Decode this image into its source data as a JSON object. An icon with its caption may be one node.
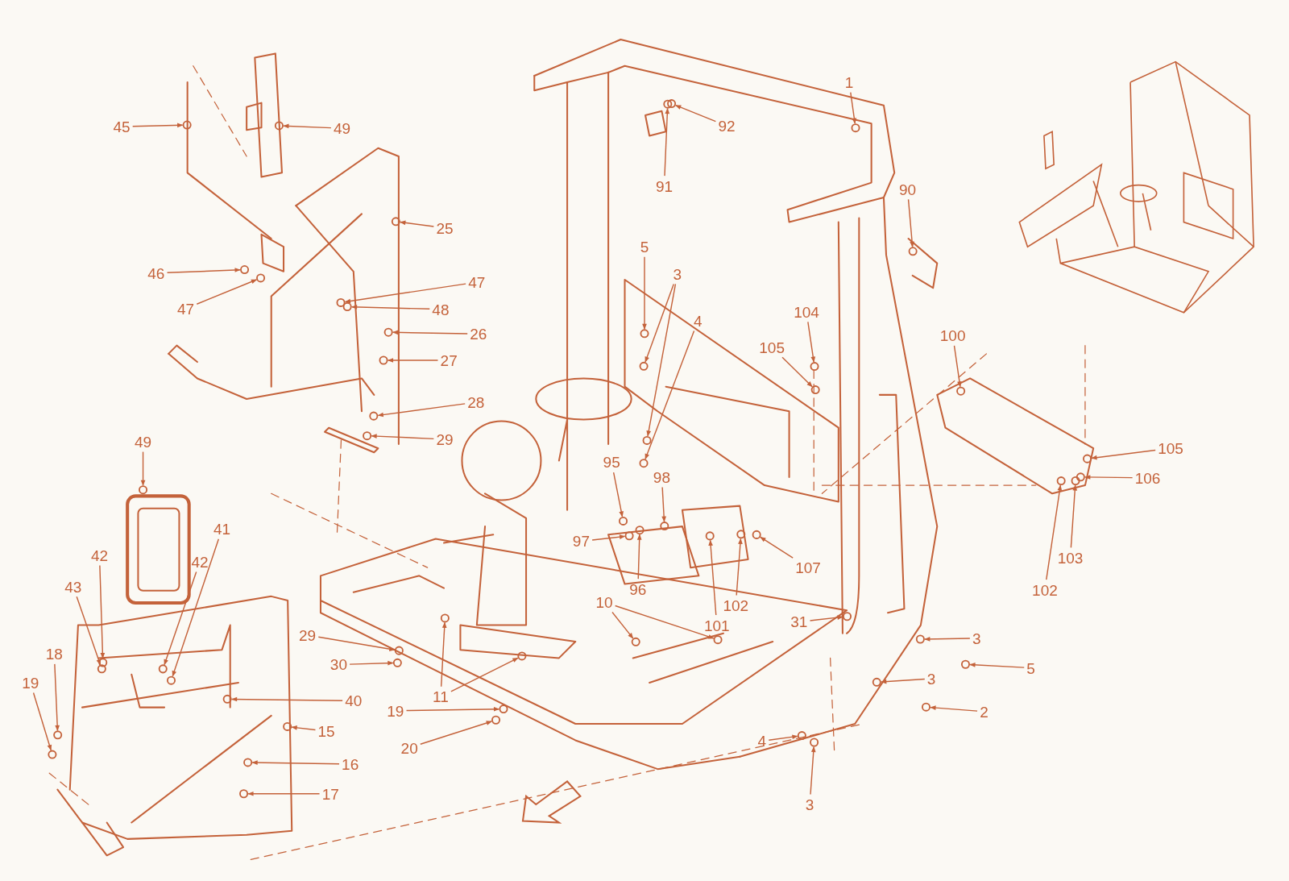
{
  "diagram": {
    "nodes": [
      {
        "text": [
          "1"
        ]
      },
      {
        "text": [
          "92"
        ]
      },
      {
        "text": [
          "91"
        ]
      },
      {
        "text": [
          "90"
        ]
      },
      {
        "text": [
          "45"
        ]
      },
      {
        "text": [
          "49"
        ]
      },
      {
        "text": [
          "25"
        ]
      },
      {
        "text": [
          "5"
        ]
      },
      {
        "text": [
          "3"
        ]
      },
      {
        "text": [
          "46"
        ]
      },
      {
        "text": [
          "47"
        ]
      },
      {
        "text": [
          "47"
        ]
      },
      {
        "text": [
          "48"
        ]
      },
      {
        "text": [
          "4"
        ]
      },
      {
        "text": [
          "104"
        ]
      },
      {
        "text": [
          "26"
        ]
      },
      {
        "text": [
          "100"
        ]
      },
      {
        "text": [
          "105"
        ]
      },
      {
        "text": [
          "27"
        ]
      },
      {
        "text": [
          "28"
        ]
      },
      {
        "text": [
          "29"
        ]
      },
      {
        "text": [
          "49"
        ]
      },
      {
        "text": [
          "105"
        ]
      },
      {
        "text": [
          "95"
        ]
      },
      {
        "text": [
          "98"
        ]
      },
      {
        "text": [
          "106"
        ]
      },
      {
        "text": [
          "41"
        ]
      },
      {
        "text": [
          "97"
        ]
      },
      {
        "text": [
          "42"
        ]
      },
      {
        "text": [
          "103"
        ]
      },
      {
        "text": [
          "42"
        ]
      },
      {
        "text": [
          "107"
        ]
      },
      {
        "text": [
          "96"
        ]
      },
      {
        "text": [
          "43"
        ]
      },
      {
        "text": [
          "102"
        ]
      },
      {
        "text": [
          "102"
        ]
      },
      {
        "text": [
          "10"
        ]
      },
      {
        "text": [
          "101"
        ]
      },
      {
        "text": [
          "31"
        ]
      },
      {
        "text": [
          "29"
        ]
      },
      {
        "text": [
          "3"
        ]
      },
      {
        "text": [
          "18"
        ]
      },
      {
        "text": [
          "30"
        ]
      },
      {
        "text": [
          "5"
        ]
      },
      {
        "text": [
          "3"
        ]
      },
      {
        "text": [
          "19"
        ]
      },
      {
        "text": [
          "11"
        ]
      },
      {
        "text": [
          "40"
        ]
      },
      {
        "text": [
          "19"
        ]
      },
      {
        "text": [
          "2"
        ]
      },
      {
        "text": [
          "15"
        ]
      },
      {
        "text": [
          "4"
        ]
      },
      {
        "text": [
          "20"
        ]
      },
      {
        "text": [
          "16"
        ]
      },
      {
        "text": [
          "17"
        ]
      },
      {
        "text": [
          "3"
        ]
      },
      {
        "text": [],
        "shape": "circle"
      },
      {
        "text": [],
        "shape": "circle"
      },
      {
        "text": [],
        "shape": "circle"
      },
      {
        "text": [],
        "shape": "circle"
      },
      {
        "text": [],
        "shape": "circle"
      },
      {
        "text": [],
        "shape": "circle"
      },
      {
        "text": [],
        "shape": "circle"
      },
      {
        "text": [],
        "shape": "circle"
      },
      {
        "text": [],
        "shape": "circle"
      },
      {
        "text": [],
        "shape": "circle"
      },
      {
        "text": [],
        "shape": "circle"
      },
      {
        "text": [],
        "shape": "circle"
      },
      {
        "text": [],
        "shape": "circle"
      },
      {
        "text": [],
        "shape": "circle"
      },
      {
        "text": [],
        "shape": "circle"
      },
      {
        "text": [],
        "shape": "circle"
      },
      {
        "text": [],
        "shape": "circle"
      },
      {
        "text": [],
        "shape": "circle"
      },
      {
        "text": [],
        "shape": "circle"
      },
      {
        "text": [],
        "shape": "circle"
      },
      {
        "text": [],
        "shape": "circle"
      },
      {
        "text": [],
        "shape": "circle"
      },
      {
        "text": [],
        "shape": "circle"
      },
      {
        "text": [],
        "shape": "circle"
      },
      {
        "text": [],
        "shape": "circle"
      },
      {
        "text": [],
        "shape": "circle"
      },
      {
        "text": [],
        "shape": "circle"
      },
      {
        "text": [],
        "shape": "circle"
      },
      {
        "text": [],
        "shape": "circle"
      },
      {
        "text": [],
        "shape": "circle"
      },
      {
        "text": [],
        "shape": "circle"
      },
      {
        "text": [],
        "shape": "circle"
      },
      {
        "text": [],
        "shape": "circle"
      },
      {
        "text": [],
        "shape": "circle"
      },
      {
        "text": [],
        "shape": "circle"
      },
      {
        "text": [],
        "shape": "circle"
      },
      {
        "text": [],
        "shape": "circle"
      },
      {
        "text": [],
        "shape": "circle"
      },
      {
        "text": [],
        "shape": "circle"
      },
      {
        "text": [],
        "shape": "circle"
      },
      {
        "text": [],
        "shape": "circle"
      },
      {
        "text": [],
        "shape": "circle"
      },
      {
        "text": [],
        "shape": "circle"
      },
      {
        "text": [],
        "shape": "circle"
      },
      {
        "text": [],
        "shape": "circle"
      },
      {
        "text": [],
        "shape": "circle"
      },
      {
        "text": [],
        "shape": "circle"
      },
      {
        "text": [],
        "shape": "circle"
      },
      {
        "text": [],
        "shape": "circle"
      },
      {
        "text": [],
        "shape": "circle"
      },
      {
        "text": [],
        "shape": "circle"
      },
      {
        "text": [],
        "shape": "circle"
      },
      {
        "text": [],
        "shape": "circle"
      },
      {
        "text": [],
        "shape": "circle"
      },
      {
        "text": [],
        "shape": "circle"
      },
      {
        "text": [],
        "shape": "circle"
      },
      {
        "text": [],
        "shape": "circle"
      },
      {
        "text": [],
        "shape": "circle"
      },
      {
        "text": [],
        "shape": "circle"
      }
    ],
    "edges": [
      {
        "from": 0,
        "to": 69,
        "arrow": "to"
      },
      {
        "from": 1,
        "to": 70,
        "arrow": "to"
      },
      {
        "from": 2,
        "to": 71,
        "arrow": "to"
      },
      {
        "from": 3,
        "to": 72,
        "arrow": "to"
      },
      {
        "from": 4,
        "to": 73,
        "arrow": "to"
      },
      {
        "from": 5,
        "to": 74,
        "arrow": "to"
      },
      {
        "from": 6,
        "to": 75,
        "arrow": "to"
      },
      {
        "from": 7,
        "to": 76,
        "arrow": "to"
      },
      {
        "from": 8,
        "to": 77,
        "arrow": "to"
      },
      {
        "from": 8,
        "to": 56,
        "arrow": "to"
      },
      {
        "from": 9,
        "to": 78,
        "arrow": "to"
      },
      {
        "from": 10,
        "to": 79,
        "arrow": "to"
      },
      {
        "from": 11,
        "to": 80,
        "arrow": "to"
      },
      {
        "from": 12,
        "to": 81,
        "arrow": "to"
      },
      {
        "from": 13,
        "to": 57,
        "arrow": "to"
      },
      {
        "from": 14,
        "to": 58,
        "arrow": "to"
      },
      {
        "from": 15,
        "to": 59,
        "arrow": "to"
      },
      {
        "from": 16,
        "to": 82,
        "arrow": "to"
      },
      {
        "from": 17,
        "to": 83,
        "arrow": "to"
      },
      {
        "from": 18,
        "to": 84,
        "arrow": "to"
      },
      {
        "from": 19,
        "to": 85,
        "arrow": "to"
      },
      {
        "from": 20,
        "to": 86,
        "arrow": "to"
      },
      {
        "from": 21,
        "to": 87,
        "arrow": "to"
      },
      {
        "from": 22,
        "to": 88,
        "arrow": "to"
      },
      {
        "from": 23,
        "to": 60,
        "arrow": "to"
      },
      {
        "from": 24,
        "to": 89,
        "arrow": "to"
      },
      {
        "from": 25,
        "to": 90,
        "arrow": "to"
      },
      {
        "from": 26,
        "to": 91,
        "arrow": "to"
      },
      {
        "from": 27,
        "to": 92,
        "arrow": "to"
      },
      {
        "from": 28,
        "to": 61,
        "arrow": "to"
      },
      {
        "from": 29,
        "to": 93,
        "arrow": "to"
      },
      {
        "from": 30,
        "to": 94,
        "arrow": "to"
      },
      {
        "from": 31,
        "to": 95,
        "arrow": "to"
      },
      {
        "from": 32,
        "to": 96,
        "arrow": "to"
      },
      {
        "from": 33,
        "to": 62,
        "arrow": "to"
      },
      {
        "from": 34,
        "to": 97,
        "arrow": "to"
      },
      {
        "from": 35,
        "to": 98,
        "arrow": "to"
      },
      {
        "from": 36,
        "to": 99,
        "arrow": "to"
      },
      {
        "from": 36,
        "to": 63,
        "arrow": "to"
      },
      {
        "from": 37,
        "to": 100,
        "arrow": "to"
      },
      {
        "from": 38,
        "to": 101,
        "arrow": "to"
      },
      {
        "from": 39,
        "to": 102,
        "arrow": "to"
      },
      {
        "from": 40,
        "to": 64,
        "arrow": "to"
      },
      {
        "from": 41,
        "to": 103,
        "arrow": "to"
      },
      {
        "from": 42,
        "to": 65,
        "arrow": "to"
      },
      {
        "from": 43,
        "to": 66,
        "arrow": "to"
      },
      {
        "from": 44,
        "to": 104,
        "arrow": "to"
      },
      {
        "from": 45,
        "to": 105,
        "arrow": "to"
      },
      {
        "from": 46,
        "to": 106,
        "arrow": "to"
      },
      {
        "from": 46,
        "to": 107,
        "arrow": "to"
      },
      {
        "from": 47,
        "to": 108,
        "arrow": "to"
      },
      {
        "from": 48,
        "to": 109,
        "arrow": "to"
      },
      {
        "from": 49,
        "to": 67,
        "arrow": "to"
      },
      {
        "from": 50,
        "to": 110,
        "arrow": "to"
      },
      {
        "from": 51,
        "to": 111,
        "arrow": "to"
      },
      {
        "from": 52,
        "to": 112,
        "arrow": "to"
      },
      {
        "from": 53,
        "to": 113,
        "arrow": "to"
      },
      {
        "from": 54,
        "to": 114,
        "arrow": "to"
      },
      {
        "from": 55,
        "to": 68,
        "arrow": "to"
      }
    ]
  }
}
